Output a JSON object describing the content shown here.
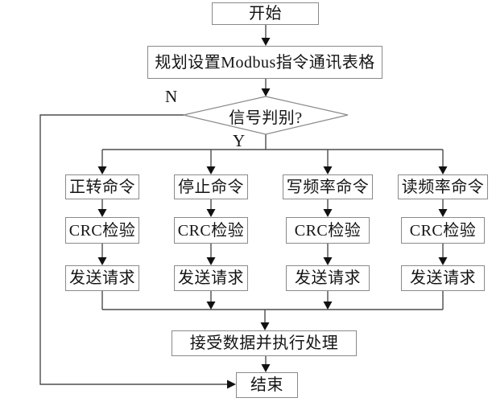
{
  "diagram": {
    "type": "flowchart",
    "nodes": {
      "start": "开始",
      "plan": "规划设置Modbus指令通讯表格",
      "decision": "信号判别?",
      "branch_no": "N",
      "branch_yes": "Y",
      "columns": [
        {
          "command": "正转命令",
          "crc": "CRC检验",
          "send": "发送请求"
        },
        {
          "command": "停止命令",
          "crc": "CRC检验",
          "send": "发送请求"
        },
        {
          "command": "写频率命令",
          "crc": "CRC检验",
          "send": "发送请求"
        },
        {
          "command": "读频率命令",
          "crc": "CRC检验",
          "send": "发送请求"
        }
      ],
      "process": "接受数据并执行处理",
      "end": "结束"
    },
    "colors": {
      "background": "#ffffff",
      "box_border": "#8a8a8a",
      "connector": "#4d4d4d",
      "arrowhead": "#111111",
      "text": "#141414"
    }
  }
}
